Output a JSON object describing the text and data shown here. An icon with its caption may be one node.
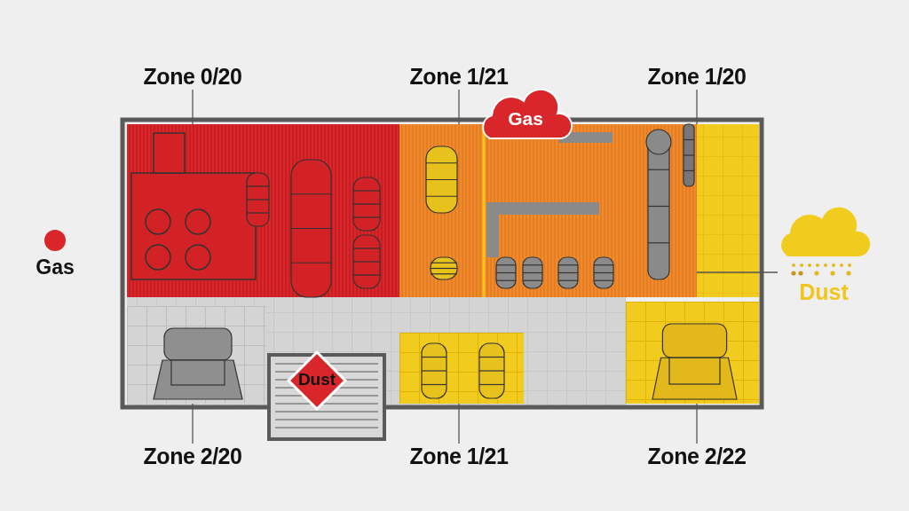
{
  "diagram": {
    "nodes": [
      {
        "text": [
          "Zone 0/20"
        ]
      },
      {
        "text": [
          "Zone 1/21"
        ]
      },
      {
        "text": [
          "Zone 1/20"
        ]
      },
      {
        "text": [
          "Gas"
        ]
      },
      {
        "text": [
          "Gas"
        ]
      },
      {
        "text": [
          "Dust"
        ]
      },
      {
        "text": [
          "Dust"
        ]
      },
      {
        "text": [
          "Zone 2/20"
        ]
      },
      {
        "text": [
          "Zone 1/21"
        ]
      },
      {
        "text": [
          "Zone 2/22"
        ]
      },
      {
        "text": [],
        "shape": "box"
      },
      {
        "text": [],
        "shape": "box"
      },
      {
        "text": [],
        "shape": "box"
      },
      {
        "text": [],
        "shape": "box"
      },
      {
        "text": [],
        "shape": "box"
      },
      {
        "text": [],
        "shape": "box"
      }
    ],
    "edges": [
      {
        "from": 0,
        "to": 10,
        "arrow": "none"
      },
      {
        "from": 1,
        "to": 11,
        "arrow": "none"
      },
      {
        "from": 2,
        "to": 12,
        "arrow": "none"
      },
      {
        "from": 5,
        "to": 12,
        "arrow": "none"
      },
      {
        "from": 7,
        "to": 13,
        "arrow": "none"
      },
      {
        "from": 8,
        "to": 14,
        "arrow": "none"
      },
      {
        "from": 9,
        "to": 15,
        "arrow": "none"
      }
    ]
  }
}
